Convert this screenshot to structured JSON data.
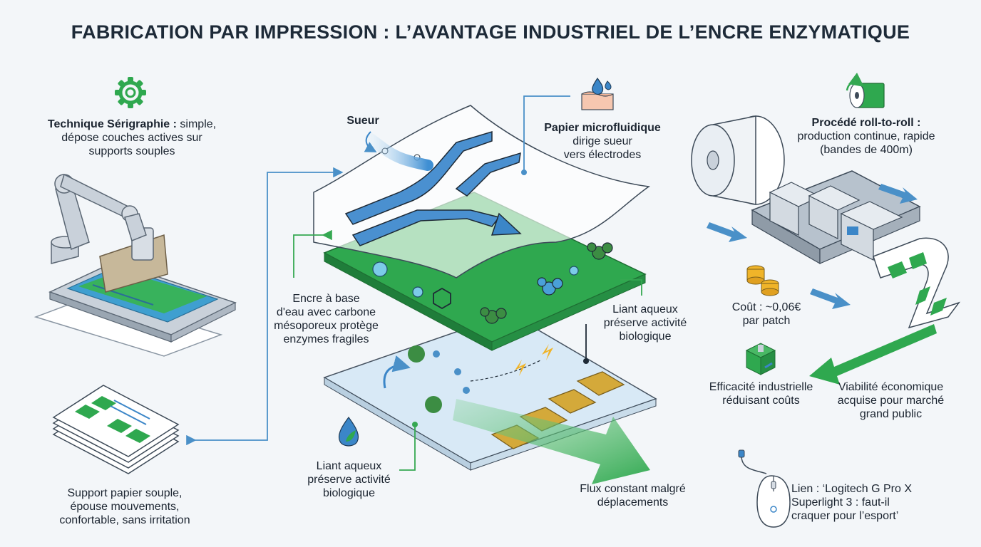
{
  "title": "FABRICATION PAR IMPRESSION : L’AVANTAGE INDUSTRIEL DE L’ENCRE ENZYMATIQUE",
  "screen_printing": {
    "icon": "gear-icon",
    "label_bold": "Technique Sérigraphie :",
    "label_rest": " simple,",
    "line2": "dépose couches actives sur",
    "line3": "supports souples"
  },
  "paper_support": {
    "line1": "Support papier souple,",
    "line2": "épouse mouvements,",
    "line3": "confortable, sans irritation"
  },
  "sweat": {
    "label": "Sueur"
  },
  "microfluidic": {
    "icon": "water-drop-skin-icon",
    "label_bold": "Papier microfluidique",
    "line2": "dirige sueur",
    "line3": "vers électrodes"
  },
  "ink": {
    "line1": "Encre à base",
    "line2": "d'eau avec carbone",
    "line3": "mésoporeux protège",
    "line4": "enzymes fragiles"
  },
  "binder_right": {
    "line1": "Liant aqueux",
    "line2": "préserve activité",
    "line3": "biologique"
  },
  "binder_bottom": {
    "icon": "leaf-drop-icon",
    "line1": "Liant aqueux",
    "line2": "préserve activité",
    "line3": "biologique"
  },
  "flux": {
    "line1": "Flux constant malgré",
    "line2": "déplacements"
  },
  "roll_to_roll": {
    "icon": "roll-recycle-icon",
    "label_bold": "Procédé roll-to-roll :",
    "line2": "production continue, rapide",
    "line3": "(bandes de 400m)"
  },
  "cost": {
    "icon": "coins-icon",
    "line1": "Coût : ~0,06€",
    "line2": "par patch"
  },
  "efficiency": {
    "icon": "box-icon",
    "line1": "Efficacité industrielle",
    "line2": "réduisant coûts"
  },
  "viability": {
    "line1": "Viabilité économique",
    "line2": "acquise pour marché",
    "line3": "grand public"
  },
  "link": {
    "icon": "mouse-icon",
    "line1": "Lien : ‘Logitech G Pro X",
    "line2": "Superlight 3 : faut-il",
    "line3": "craquer pour l’esport’"
  },
  "colors": {
    "green": "#2fa84f",
    "blue": "#3b86c8",
    "gold": "#d4a93a",
    "teal": "#5aa9c9"
  }
}
